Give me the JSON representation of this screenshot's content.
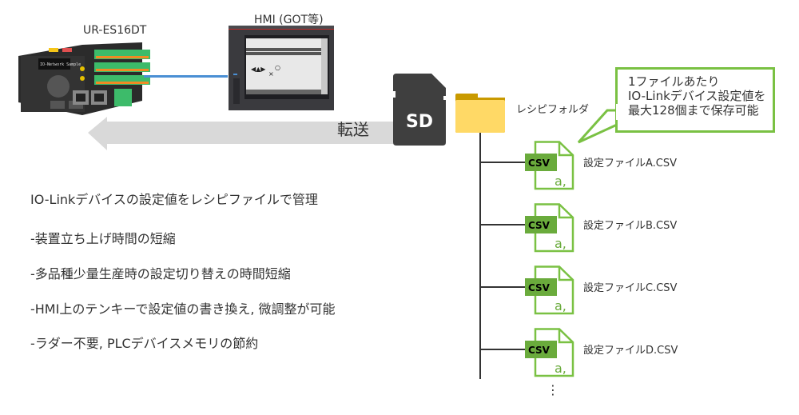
{
  "devices": {
    "plc_label": "UR-ES16DT",
    "hmi_label": "HMI (GOT等)",
    "sd_card_text": "SD"
  },
  "transfer_label": "転送",
  "features": {
    "heading": "IO-Linkデバイスの設定値をレシピファイルで管理",
    "items": [
      "-装置立ち上げ時間の短縮",
      "-多品種少量生産時の設定切り替えの時間短縮",
      "-HMI上のテンキーで設定値の書き換え, 微調整が可能",
      "-ラダー不要, PLCデバイスメモリの節約"
    ]
  },
  "folder": {
    "label": "レシピフォルダ",
    "files": [
      {
        "badge": "CSV",
        "glyph": "a,",
        "name": "設定ファイルA.CSV"
      },
      {
        "badge": "CSV",
        "glyph": "a,",
        "name": "設定ファイルB.CSV"
      },
      {
        "badge": "CSV",
        "glyph": "a,",
        "name": "設定ファイルC.CSV"
      },
      {
        "badge": "CSV",
        "glyph": "a,",
        "name": "設定ファイルD.CSV"
      }
    ],
    "more": "⋮"
  },
  "callout": {
    "lines": [
      "1ファイルあたり",
      "IO-Linkデバイス設定値を",
      "最大128個まで保存可能"
    ]
  },
  "colors": {
    "accent_green": "#7ac143",
    "csv_green": "#6aab3c",
    "folder_yellow": "#ffd966",
    "folder_tab": "#c99a00",
    "sd_dark": "#3f3f3f",
    "arrow_gray": "#d9d9d9",
    "cable_blue": "#4a8fd4"
  }
}
